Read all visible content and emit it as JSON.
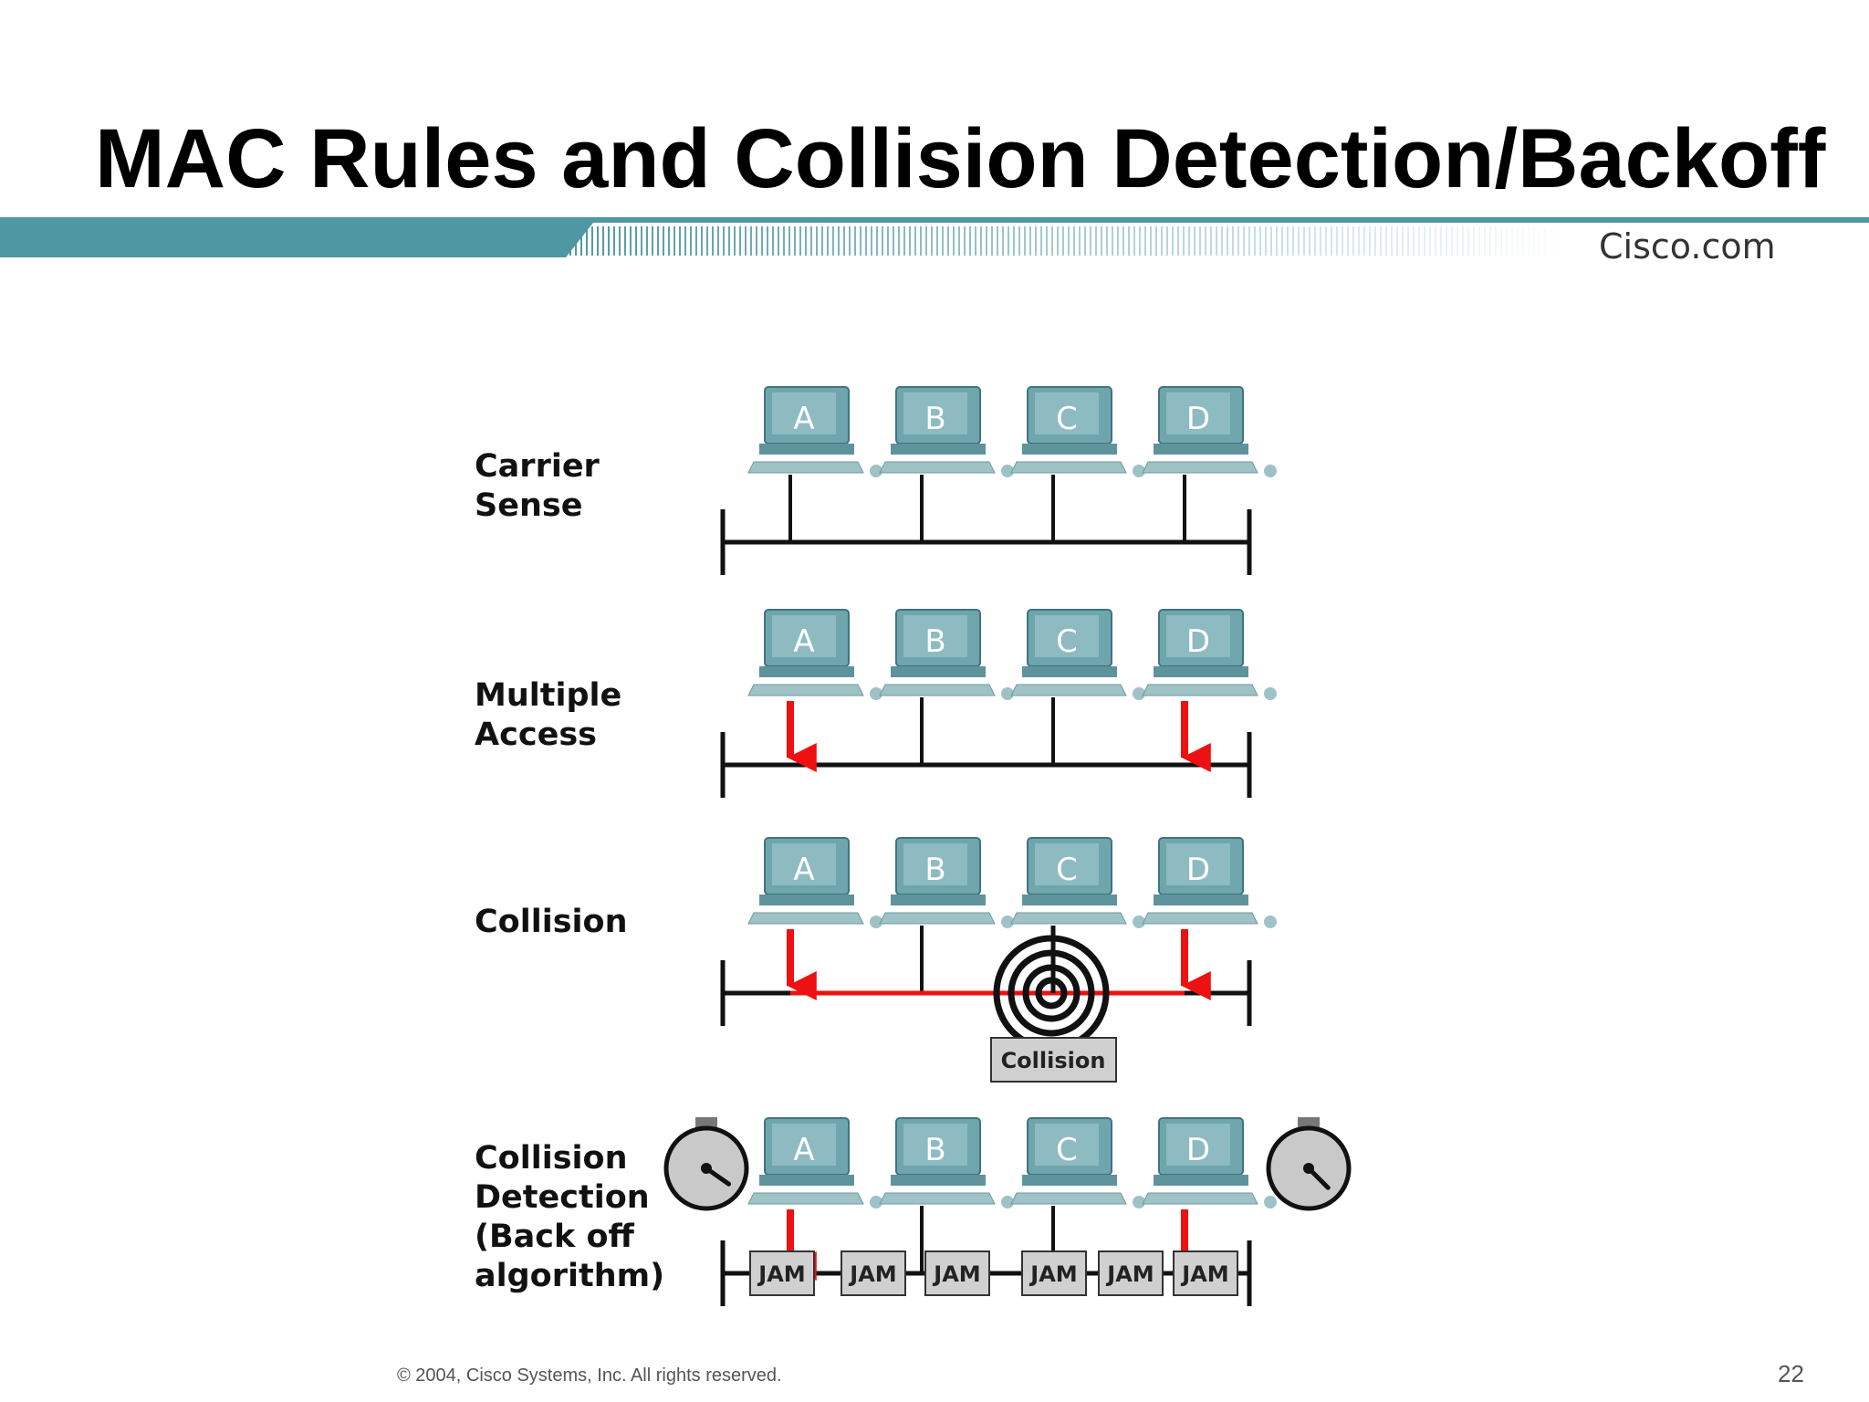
{
  "slide": {
    "title": "MAC Rules and Collision Detection/Backoff",
    "brand": "Cisco.com",
    "footer": "© 2004, Cisco Systems, Inc. All rights reserved.",
    "page_number": "22"
  },
  "colors": {
    "header_bar": "#4e97a3",
    "computer_body": "#6fa6ad",
    "signal_red": "#ee1111",
    "bus_black": "#111111",
    "jam_fill": "#d0d0d0"
  },
  "stations": [
    "A",
    "B",
    "C",
    "D"
  ],
  "rows": [
    {
      "id": "carrier-sense",
      "label": "Carrier\nSense",
      "transmitting": [],
      "collision": false,
      "jam": false,
      "timers": false
    },
    {
      "id": "multiple-access",
      "label": "Multiple\nAccess",
      "transmitting": [
        "A",
        "D"
      ],
      "collision": false,
      "jam": false,
      "timers": false
    },
    {
      "id": "collision",
      "label": "Collision",
      "transmitting": [
        "A",
        "D"
      ],
      "collision": true,
      "jam": false,
      "timers": false
    },
    {
      "id": "collision-detection",
      "label": "Collision\nDetection\n(Back off\nalgorithm)",
      "transmitting": [
        "A",
        "D"
      ],
      "collision": false,
      "jam": true,
      "timers": true
    }
  ],
  "collision_box_label": "Collision",
  "jam_labels": [
    "JAM",
    "JAM",
    "JAM",
    "JAM",
    "JAM",
    "JAM"
  ]
}
